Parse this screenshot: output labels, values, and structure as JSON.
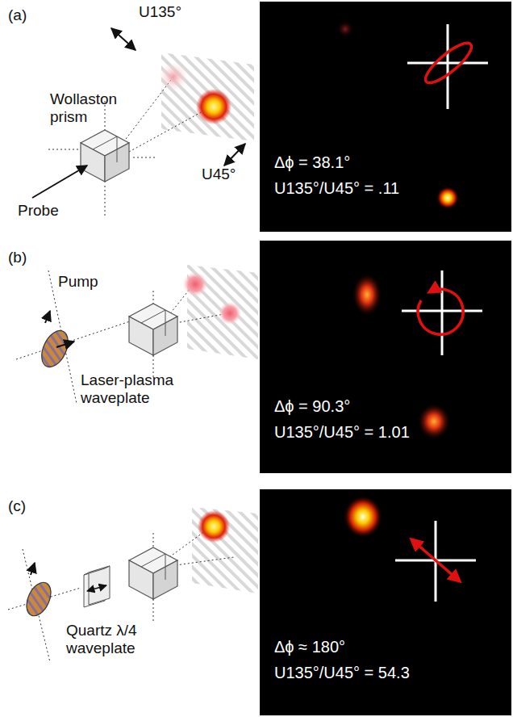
{
  "diagram": {
    "labels": [
      "(a)",
      "U135°",
      "Wollaston prism",
      "U45°",
      "Probe",
      "Δϕ = 38.1°",
      "U135°/U45° = .11",
      "(b)",
      "Pump",
      "Laser-plasma waveplate",
      "Δϕ = 90.3°",
      "U135°/U45° = 1.01",
      "(c)",
      "Quartz λ/4 waveplate",
      "Δϕ ≈ 180°",
      "U135°/U45° = 54.3"
    ]
  }
}
